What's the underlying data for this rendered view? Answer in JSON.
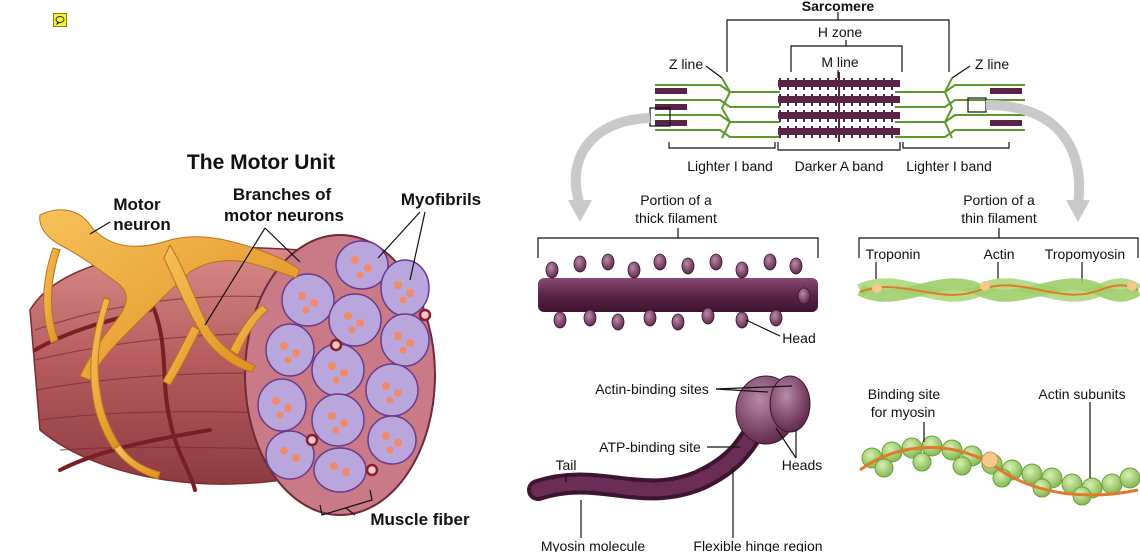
{
  "motor_unit": {
    "title": "The Motor Unit",
    "motor_neuron": [
      "Motor",
      "neuron"
    ],
    "branches": [
      "Branches of",
      "motor neurons"
    ],
    "myofibrils": "Myofibrils",
    "muscle_fiber": "Muscle fiber"
  },
  "sarcomere": {
    "title": "Sarcomere",
    "h_zone": "H zone",
    "m_line": "M line",
    "z_line_left": "Z line",
    "z_line_right": "Z line",
    "i_band_left": "Lighter I band",
    "a_band": "Darker A band",
    "i_band_right": "Lighter I band"
  },
  "thick": {
    "caption": [
      "Portion of a",
      "thick filament"
    ],
    "head": "Head"
  },
  "thin": {
    "caption": [
      "Portion of a",
      "thin filament"
    ],
    "troponin": "Troponin",
    "actin": "Actin",
    "tropomyosin": "Tropomyosin"
  },
  "myosin": {
    "actin_binding": "Actin-binding sites",
    "atp_binding": "ATP-binding site",
    "tail": "Tail",
    "heads": "Heads",
    "molecule": "Myosin molecule",
    "hinge": "Flexible hinge region"
  },
  "actin_detail": {
    "binding_site": [
      "Binding site",
      "for myosin"
    ],
    "subunits": "Actin subunits"
  },
  "colors": {
    "muscle": "#b85a5a",
    "nerve": "#f0a830",
    "myosin": "#5a2446",
    "actin": "#9fcf6a",
    "tropomyosin": "#e07a2a"
  }
}
